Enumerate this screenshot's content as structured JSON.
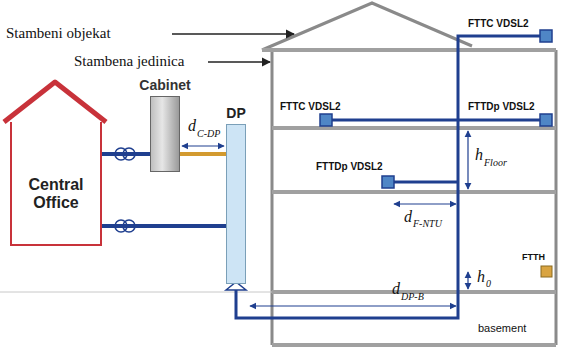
{
  "diagram": {
    "nodes": [
      {
        "text": [
          "Central Office"
        ]
      },
      {
        "text": [
          "Cabinet"
        ]
      },
      {
        "text": [
          "DP"
        ]
      }
    ],
    "edges": [
      {
        "from": 0,
        "to": 1,
        "arrow": "none"
      },
      {
        "from": 1,
        "to": 2,
        "arrow": "none"
      },
      {
        "from": 0,
        "to": 2,
        "arrow": "none"
      }
    ],
    "labels": [
      "Stambeni objekat",
      "Stambena jedinica",
      "FTTC VDSL2",
      "FTTC VDSL2",
      "FTTDp VDSL2",
      "FTTDp VDSL2",
      "FTTH",
      "h",
      "Floor",
      "d",
      "F-NTU",
      "h",
      "0",
      "d",
      "C-DP",
      "d",
      "DP-B",
      "basement"
    ]
  }
}
